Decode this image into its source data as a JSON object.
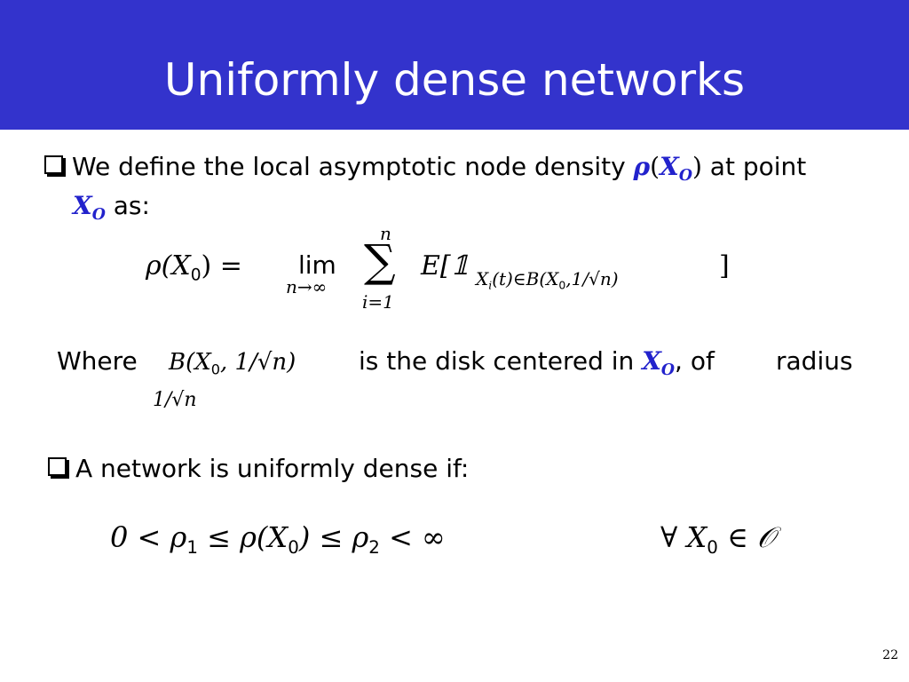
{
  "slide": {
    "title": "Uniformly dense networks",
    "bullet1": {
      "text_a": "We define the local asymptotic node density ",
      "rho": "ρ",
      "paren_open": "(",
      "x": "X",
      "x_sub": "O",
      "paren_close": ")",
      "text_b": " at point",
      "x2": "X",
      "x2_sub": "O",
      "text_c": " as:"
    },
    "eq1": {
      "lhs": "ρ(X",
      "lhs_sub": "0",
      "lhs_close": ") =",
      "lim": "lim",
      "lim_sub": "n→∞",
      "sum_top": "n",
      "sum_sign": "∑",
      "sum_bottom": "i=1",
      "expect": "E[𝟙",
      "indicator_sub": "X",
      "indicator_sub2": "i",
      "indicator_sub3": "(t)∈B(X",
      "indicator_sub4": "0",
      "indicator_sub5": ",1/√n)",
      "close": "]"
    },
    "where": {
      "label": "Where",
      "disk_expr": "B(X",
      "disk_sub": "0",
      "disk_rest": ", 1/√n)",
      "text_a": "is the disk centered in",
      "x": "X",
      "x_sub": "O",
      "text_b": ", of",
      "text_c": "radius",
      "radius": "1/√n"
    },
    "bullet2": {
      "text": "A network is uniformly dense if:"
    },
    "eq2": {
      "a": "0 < ρ",
      "a_sub": "1",
      "b": " ≤ ρ(X",
      "b_sub": "0",
      "c": ") ≤ ρ",
      "c_sub": "2",
      "d": " < ∞",
      "forall": "∀ X",
      "forall_sub": "0",
      "forall_rest": " ∈ 𝒪"
    },
    "page_number": "22"
  },
  "colors": {
    "title_bar": "#3333cc",
    "title_text": "#ffffff",
    "accent_blue": "#2222cc"
  }
}
